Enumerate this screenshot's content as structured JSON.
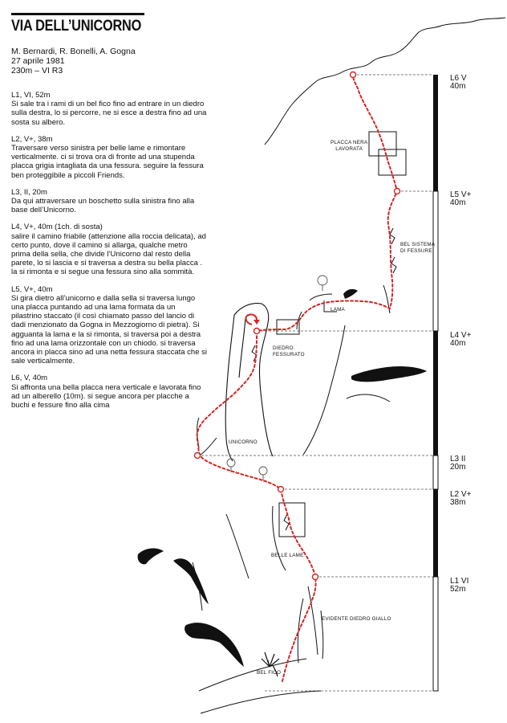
{
  "title": "VIA DELL’UNICORNO",
  "meta": {
    "authors": "M. Bernardi, R. Bonelli,  A. Gogna",
    "date": "27 aprile 1981",
    "summary": "230m – VI R3"
  },
  "pitches": [
    {
      "heading": "L1, VI, 52m",
      "body": "Si sale tra i rami di un bel fico fino ad entrare in un diedro sulla destra, lo si percorre, ne si esce a destra fino ad una sosta su albero."
    },
    {
      "heading": "L2, V+, 38m",
      "body": "Traversare verso sinistra per belle lame e rimontare verticalmente. ci si trova ora di fronte ad una stupenda placca grigia intagliata da una fessura. seguire la fessura ben proteggibile a piccoli Friends."
    },
    {
      "heading": "L3, II, 20m",
      "body": "Da qui attraversare un boschetto sulla sinistra fino alla base dell’Unicorno."
    },
    {
      "heading": "L4, V+, 40m (1ch. di sosta)",
      "body": "salire il camino friabile (attenzione alla roccia delicata), ad certo punto, dove il camino si allarga, qualche metro prima della sella, che divide l’Unicorno dal resto della parete, lo si lascia e si traversa a destra su bella placca . la si rimonta e si segue una fessura sino alla sommità."
    },
    {
      "heading": "L5, V+, 40m",
      "body": "Si gira dietro all’unicorno e dalla sella si traversa lungo una placca puntando ad una lama formata da un pilastrino staccato (il così chiamato passo del lancio di dadi menzionato da Gogna in Mezzogiorno di pietra). Si agguanta la lama e la si rimonta, si traversa poi a destra fino ad una lama orizzontale con un chiodo. si traversa ancora in placca sino ad una netta fessura staccata che si sale verticalmente."
    },
    {
      "heading": "L6, V, 40m",
      "body": "Si affronta una bella placca nera verticale e lavorata fino ad un alberello (10m). si segue ancora per placche a buchi e fessure fino alla cima"
    }
  ],
  "labels": {
    "placca_nera_1": "PLACCA NERA",
    "placca_nera_2": "LAVORATA",
    "bel_sistema_1": "BEL SISTEMA",
    "bel_sistema_2": "DI FESSURE",
    "lama": "LAMA",
    "diedro_1": "DIEDRO",
    "diedro_2": "FESSURATO",
    "unicorno": "UNICORNO",
    "belle_lame": "BELLE LAME",
    "evidente_diedro": "EVIDENTE DIEDRO GIALLO",
    "bel_fico": "BEL FICO"
  },
  "scale": [
    {
      "grade": "L6 V",
      "length": "40m"
    },
    {
      "grade": "L5 V+",
      "length": "40m"
    },
    {
      "grade": "L4 V+",
      "length": "40m"
    },
    {
      "grade": "L3 II",
      "length": "20m"
    },
    {
      "grade": "L2 V+",
      "length": "38m"
    },
    {
      "grade": "L1 VI",
      "length": "52m"
    }
  ],
  "colors": {
    "route": "#d42525",
    "ink": "#111111"
  }
}
